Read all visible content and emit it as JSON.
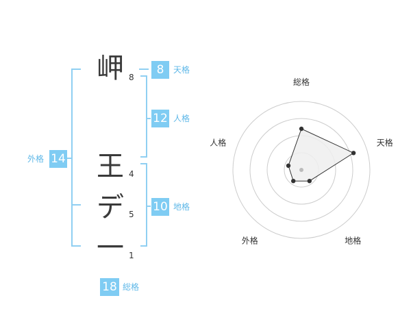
{
  "name_characters": [
    {
      "char": "岬",
      "strokes": "8"
    },
    {
      "char": "王",
      "strokes": "4"
    },
    {
      "char": "デ",
      "strokes": "5"
    },
    {
      "char": "一",
      "strokes": "1"
    }
  ],
  "fortunes": {
    "tenkaku": {
      "value": "8",
      "label": "天格"
    },
    "jinkaku": {
      "value": "12",
      "label": "人格"
    },
    "chikaku": {
      "value": "10",
      "label": "地格"
    },
    "gaikaku": {
      "value": "14",
      "label": "外格"
    },
    "soukaku": {
      "value": "18",
      "label": "総格"
    }
  },
  "chart_data": {
    "type": "radar",
    "axes": [
      "総格",
      "天格",
      "地格",
      "外格",
      "人格"
    ],
    "values": [
      3.0,
      4.0,
      1.0,
      1.0,
      1.0
    ],
    "rmax": 5,
    "rings": 4
  },
  "colors": {
    "accent": "#7fccf3",
    "bracket": "#8fcff2",
    "label": "#5fb8e8",
    "radar_fill": "#eeeeee",
    "radar_line": "#333333",
    "grid": "#cccccc"
  }
}
